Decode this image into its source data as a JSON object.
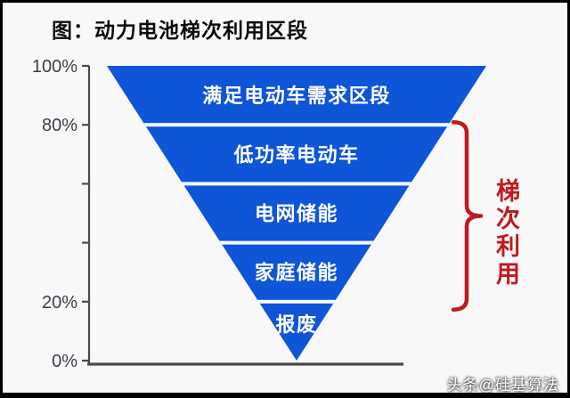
{
  "page": {
    "background": "#f8f8f8",
    "frame_color": "#000000"
  },
  "title": {
    "text": "图：动力电池梯次利用区段",
    "color": "#0b0b0b"
  },
  "watermark": {
    "text": "头条@硅基算法"
  },
  "chart_data": {
    "type": "funnel",
    "title": "图：动力电池梯次利用区段",
    "orientation": "inverted-triangle",
    "y_axis": {
      "unit": "%",
      "range": [
        0,
        100
      ],
      "ticks": [
        {
          "value": 100,
          "label": "100%"
        },
        {
          "value": 80,
          "label": "80%"
        },
        {
          "value": 60,
          "label": ""
        },
        {
          "value": 40,
          "label": ""
        },
        {
          "value": 20,
          "label": "20%"
        },
        {
          "value": 0,
          "label": "0%"
        }
      ]
    },
    "segments": [
      {
        "label": "满足电动车需求区段",
        "from_pct": 100,
        "to_pct": 80
      },
      {
        "label": "低功率电动车",
        "from_pct": 80,
        "to_pct": 60
      },
      {
        "label": "电网储能",
        "from_pct": 60,
        "to_pct": 40
      },
      {
        "label": "家庭储能",
        "from_pct": 40,
        "to_pct": 20
      },
      {
        "label": "报废",
        "from_pct": 20,
        "to_pct": 0
      }
    ],
    "annotation": {
      "text": "梯次利用",
      "brace_from_pct": 80,
      "brace_to_pct": 20,
      "color": "#c1191d"
    },
    "colors": {
      "funnel": "#0e55d8",
      "segment_text": "#ffffff",
      "separator": "#ffffff",
      "axis": "#4a4a4a",
      "tick_label": "#3d3d49"
    }
  }
}
